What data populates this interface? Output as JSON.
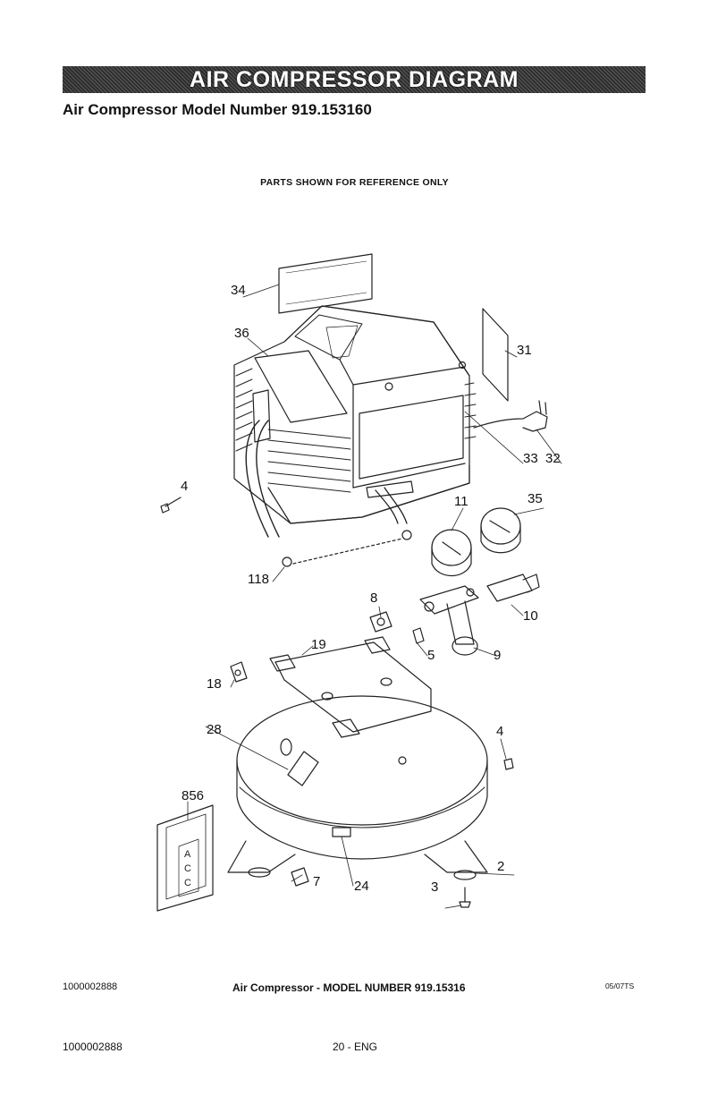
{
  "header": {
    "banner_title": "AIR COMPRESSOR DIAGRAM",
    "model_line": "Air Compressor Model Number 919.153160",
    "reference_note": "PARTS SHOWN FOR REFERENCE ONLY"
  },
  "diagram": {
    "part_labels": [
      "34",
      "36",
      "31",
      "33",
      "32",
      "4",
      "11",
      "35",
      "118",
      "8",
      "10",
      "19",
      "5",
      "9",
      "18",
      "28",
      "4",
      "856",
      "2",
      "7",
      "24",
      "3"
    ],
    "label_856_letters": [
      "A",
      "C",
      "C"
    ]
  },
  "footer": {
    "doc_number": "1000002888",
    "caption": "Air Compressor - MODEL NUMBER 919.15316",
    "code": "05/07TS"
  },
  "page_footer": {
    "doc_number": "1000002888",
    "page": "20 - ENG"
  }
}
